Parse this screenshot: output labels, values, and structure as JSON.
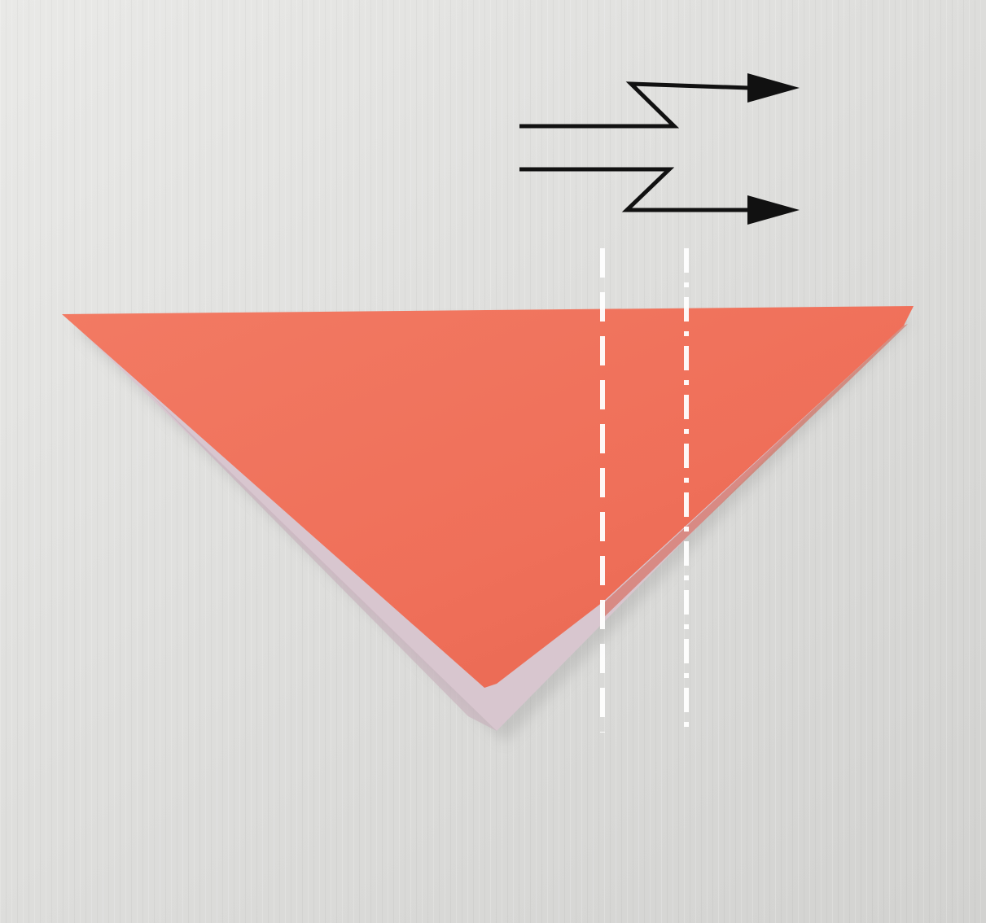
{
  "photo": {
    "subject": "origami-fold-step",
    "colors": {
      "background_light": "#e4e4e2",
      "background_mid": "#d6d6d4",
      "paper_front": "#f1735d",
      "paper_front_dark": "#e5644f",
      "paper_back": "#d9c8d0",
      "paper_back_shadow": "#bfaab4",
      "arrow": "#111111",
      "fold_line": "#ffffff"
    },
    "icons": {
      "pleat_arrow_upper": "pleat-fold-arrow-icon",
      "pleat_arrow_lower": "pleat-fold-arrow-icon"
    },
    "fold_lines": [
      {
        "type": "valley-fold",
        "style": "dashed"
      },
      {
        "type": "mountain-fold",
        "style": "dash-dot"
      }
    ]
  }
}
